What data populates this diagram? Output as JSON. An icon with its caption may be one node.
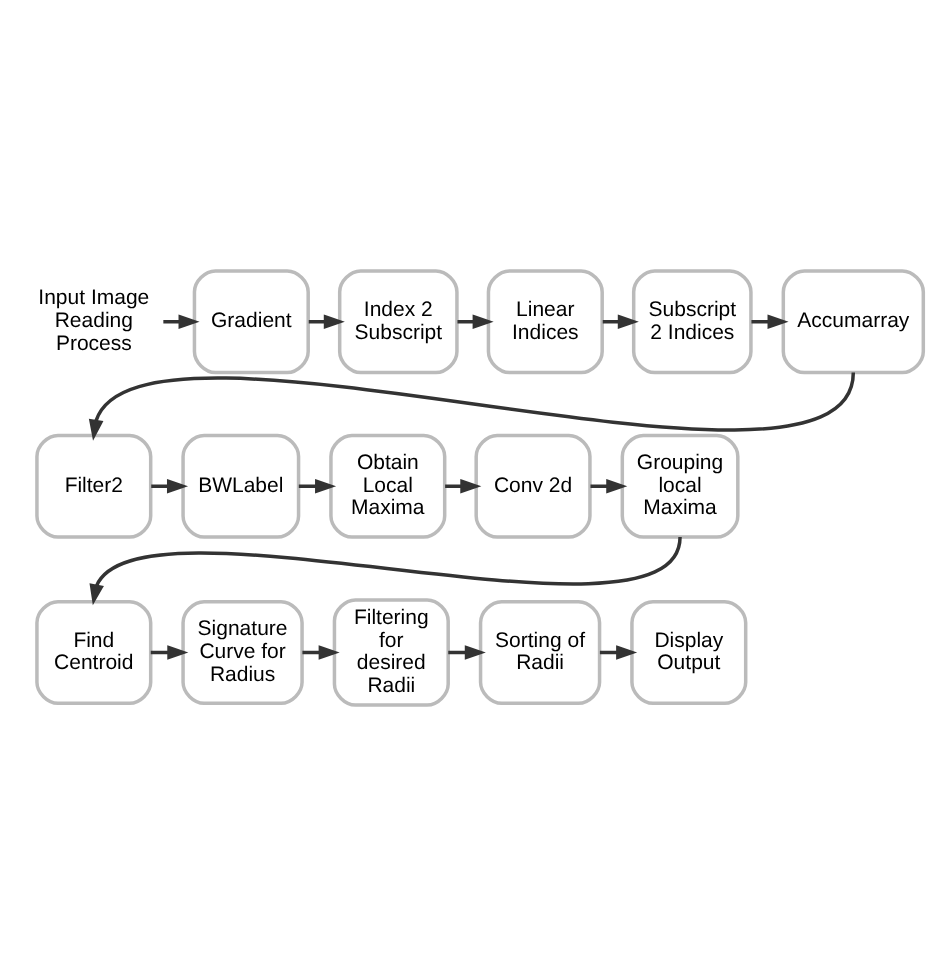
{
  "diagram": {
    "nodes": [
      {
        "text": [
          "Input Image Reading Process"
        ]
      },
      {
        "text": [
          "Gradient"
        ]
      },
      {
        "text": [
          "Index 2 Subscript"
        ]
      },
      {
        "text": [
          "Linear Indices"
        ]
      },
      {
        "text": [
          "Subscript 2 Indices"
        ]
      },
      {
        "text": [
          "Accumarray"
        ]
      },
      {
        "text": [
          "Filter2"
        ]
      },
      {
        "text": [
          "BWLabel"
        ]
      },
      {
        "text": [
          "Obtain Local Maxima"
        ]
      },
      {
        "text": [
          "Conv 2d"
        ]
      },
      {
        "text": [
          "Grouping local Maxima"
        ]
      },
      {
        "text": [
          "Find Centroid"
        ]
      },
      {
        "text": [
          "Signature Curve for Radius"
        ]
      },
      {
        "text": [
          "Filtering for desired Radii"
        ]
      },
      {
        "text": [
          "Sorting of Radii"
        ]
      },
      {
        "text": [
          "Display Output"
        ]
      }
    ],
    "edges": [
      {
        "from": 0,
        "to": 1,
        "arrow": "to"
      },
      {
        "from": 1,
        "to": 2,
        "arrow": "to"
      },
      {
        "from": 2,
        "to": 3,
        "arrow": "to"
      },
      {
        "from": 3,
        "to": 4,
        "arrow": "to"
      },
      {
        "from": 4,
        "to": 5,
        "arrow": "to"
      },
      {
        "from": 5,
        "to": 6,
        "arrow": "to"
      },
      {
        "from": 6,
        "to": 7,
        "arrow": "to"
      },
      {
        "from": 7,
        "to": 8,
        "arrow": "to"
      },
      {
        "from": 8,
        "to": 9,
        "arrow": "to"
      },
      {
        "from": 9,
        "to": 10,
        "arrow": "to"
      },
      {
        "from": 10,
        "to": 11,
        "arrow": "to"
      },
      {
        "from": 11,
        "to": 12,
        "arrow": "to"
      },
      {
        "from": 12,
        "to": 13,
        "arrow": "to"
      },
      {
        "from": 13,
        "to": 14,
        "arrow": "to"
      },
      {
        "from": 14,
        "to": 15,
        "arrow": "to"
      }
    ]
  }
}
